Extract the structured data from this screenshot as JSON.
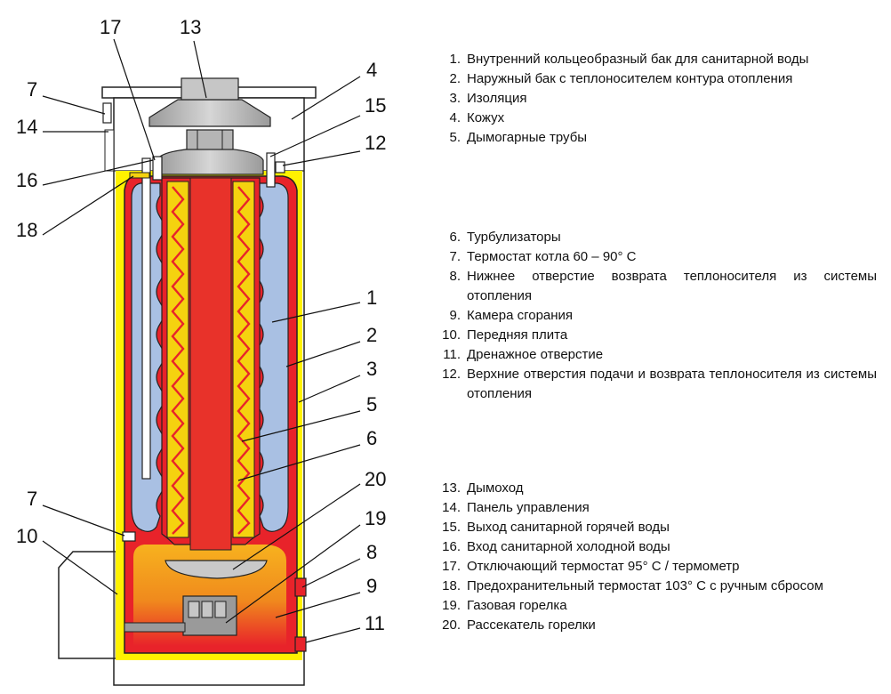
{
  "callouts": {
    "n1": "1",
    "n2": "2",
    "n3": "3",
    "n4": "4",
    "n5": "5",
    "n6": "6",
    "n7a": "7",
    "n7b": "7",
    "n8": "8",
    "n9": "9",
    "n10": "10",
    "n11": "11",
    "n12": "12",
    "n13": "13",
    "n14": "14",
    "n15": "15",
    "n16": "16",
    "n17": "17",
    "n18": "18",
    "n19": "19",
    "n20": "20"
  },
  "legend_groups": [
    [
      {
        "num": "1.",
        "text": "Внутренний кольцеобразный бак для санитарной воды"
      },
      {
        "num": "2.",
        "text": "Наружный бак с теплоносителем контура отопления"
      },
      {
        "num": "3.",
        "text": "Изоляция"
      },
      {
        "num": "4.",
        "text": "Кожух"
      },
      {
        "num": "5.",
        "text": "Дымогарные трубы"
      }
    ],
    [
      {
        "num": "6.",
        "text": "Турбулизаторы"
      },
      {
        "num": "7.",
        "text": "Термостат котла 60 – 90° С"
      },
      {
        "num": "8.",
        "text": "Нижнее отверстие возврата теплоносителя из системы отопления"
      },
      {
        "num": "9.",
        "text": "Камера сгорания"
      },
      {
        "num": "10.",
        "text": "Передняя плита"
      },
      {
        "num": "11.",
        "text": "Дренажное отверстие"
      },
      {
        "num": "12.",
        "text": "Верхние отверстия подачи и возврата теплоносителя из системы отопления"
      }
    ],
    [
      {
        "num": "13.",
        "text": "Дымоход"
      },
      {
        "num": "14.",
        "text": "Панель управления"
      },
      {
        "num": "15.",
        "text": "Выход санитарной горячей воды"
      },
      {
        "num": "16.",
        "text": "Вход санитарной холодной воды"
      },
      {
        "num": "17.",
        "text": "Отключающий термостат 95° С / термометр"
      },
      {
        "num": "18.",
        "text": "Предохранительный термостат 103° С с ручным сбросом"
      },
      {
        "num": "19.",
        "text": "Газовая горелка"
      },
      {
        "num": "20.",
        "text": "Рассекатель горелки"
      }
    ]
  ],
  "colors": {
    "casing_fill": "#ffffff",
    "insulation": "#fff200",
    "heating_water": "#e8232a",
    "sanitary_water": "#a9c0e3",
    "flue_tube": "#e8322a",
    "turbulator": "#f5d20f",
    "combustion_top": "#f7a81b",
    "combustion_bottom": "#e8232a",
    "metal_grey": "#b5b5b5",
    "outline": "#222222"
  }
}
